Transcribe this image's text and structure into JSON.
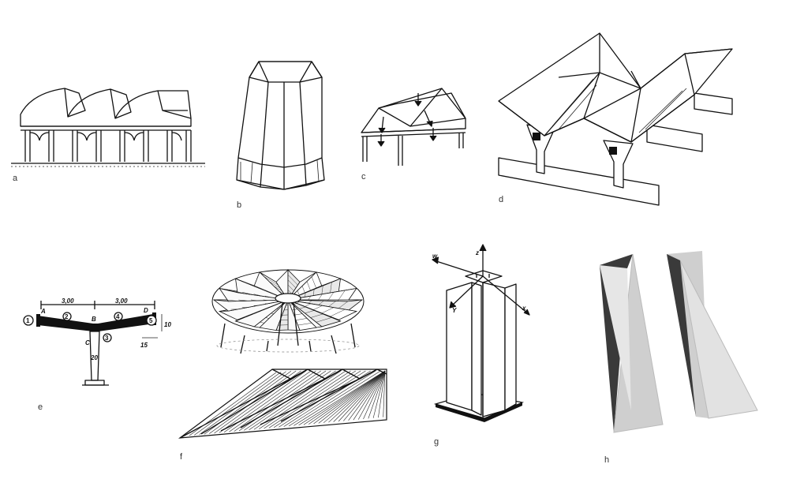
{
  "figure": {
    "panels": [
      {
        "id": "a",
        "label": "a"
      },
      {
        "id": "b",
        "label": "b"
      },
      {
        "id": "c",
        "label": "c"
      },
      {
        "id": "d",
        "label": "d"
      },
      {
        "id": "e",
        "label": "e"
      },
      {
        "id": "f",
        "label": "f"
      },
      {
        "id": "g",
        "label": "g"
      },
      {
        "id": "h",
        "label": "h"
      }
    ],
    "section_e": {
      "span_left": "3,00",
      "span_right": "3,00",
      "node_numbers": [
        "1",
        "2",
        "3",
        "4",
        "5"
      ],
      "node_letters": [
        "A",
        "B",
        "C",
        "D"
      ],
      "dim_edge": "15",
      "dim_depth": "20",
      "dim_vertical": "10"
    },
    "axes_g": {
      "w": "w",
      "z": "z",
      "x": "x",
      "y": "Y"
    },
    "colors": {
      "ink": "#111111",
      "dark_panel": "#3a3a3a",
      "light_panel": "#cfcfcf"
    }
  }
}
